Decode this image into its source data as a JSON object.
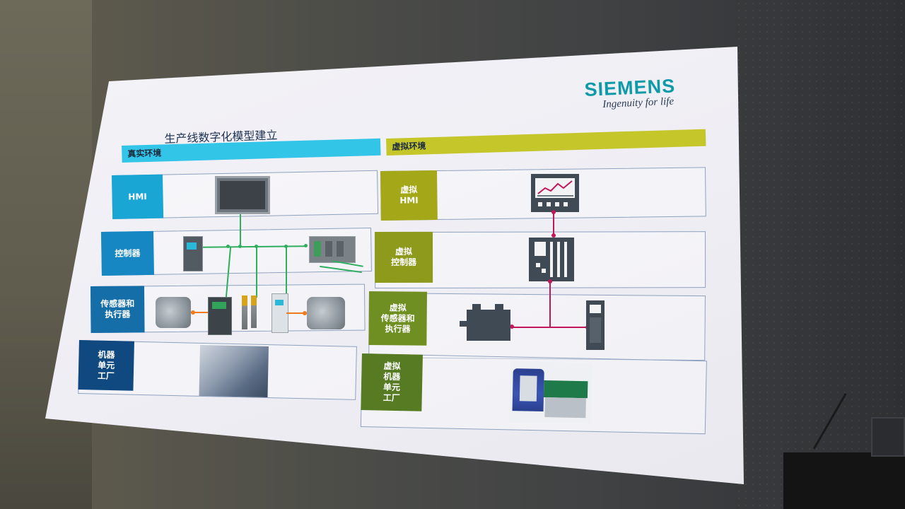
{
  "brand": {
    "logo": "SIEMENS",
    "tagline": "Ingenuity for life"
  },
  "slide": {
    "title": "生产线数字化模型建立",
    "real_header": "真实环境",
    "virtual_header": "虚拟环境",
    "real_rows": [
      "HMI",
      "控制器",
      "传感器和\n执行器",
      "机器\n单元\n工厂"
    ],
    "virtual_rows": [
      "虚拟\nHMI",
      "虚拟\n控制器",
      "虚拟\n传感器和\n执行器",
      "虚拟\n机器\n单元\n工厂"
    ]
  },
  "colors": {
    "logo": "#0f9aa8",
    "real_header": "#33c5e8",
    "virtual_header": "#c5c62a",
    "real_wire": "#2fae5f",
    "virtual_wire": "#c2185b",
    "motor_link": "#f07b1f"
  }
}
